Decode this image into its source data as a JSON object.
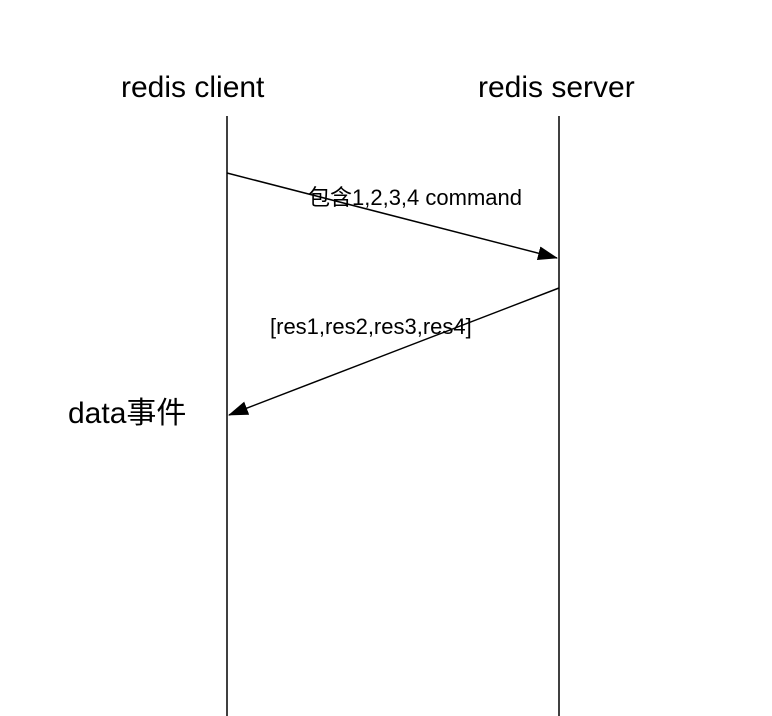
{
  "participants": {
    "client": {
      "name": "redis client"
    },
    "server": {
      "name": "redis server"
    }
  },
  "messages": [
    {
      "from": "client",
      "to": "server",
      "label": "包含1,2,3,4 command"
    },
    {
      "from": "server",
      "to": "client",
      "label": "[res1,res2,res3,res4]"
    }
  ],
  "event": {
    "label": "data事件"
  },
  "colors": {
    "line": "#000000",
    "background": "#ffffff"
  }
}
